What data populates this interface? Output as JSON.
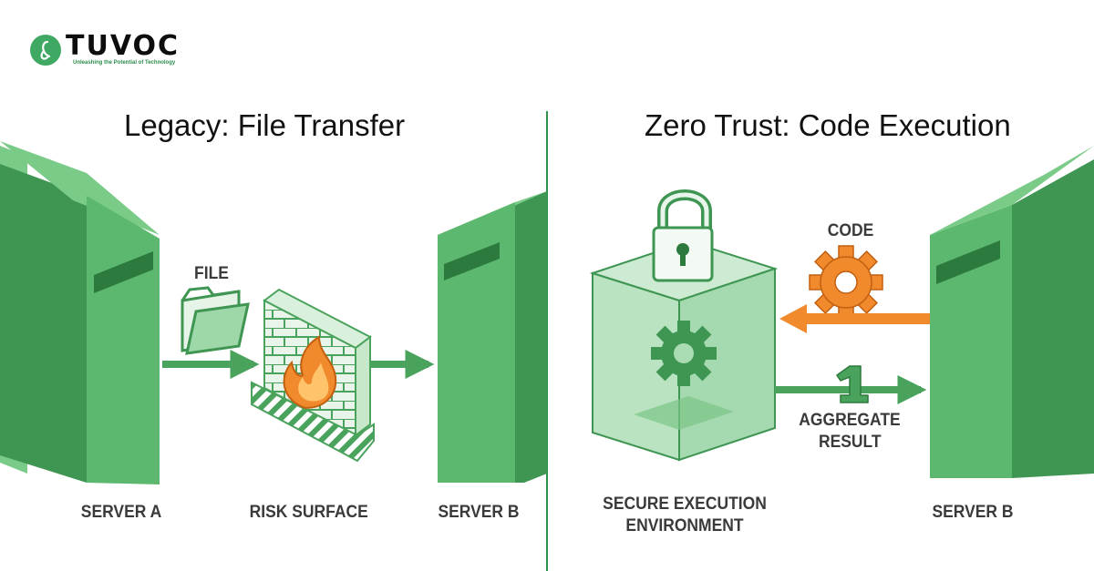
{
  "brand": {
    "name": "TUVOC",
    "tagline": "Unleashing the Potential of Technology",
    "color": "#3fa862"
  },
  "colors": {
    "server_front": "#5cb86e",
    "server_side": "#3f9653",
    "server_top": "#7bcb88",
    "accent_green": "#4aa35c",
    "accent_orange": "#f08a2c",
    "divider": "#2f8f4b"
  },
  "left_panel": {
    "title": "Legacy: File Transfer",
    "file_label": "FILE",
    "server_a_label": "SERVER A",
    "risk_surface_label": "RISK SURFACE",
    "server_b_label": "SERVER B",
    "icons": [
      "folder-icon",
      "firewall-icon",
      "fire-icon"
    ]
  },
  "right_panel": {
    "title": "Zero Trust: Code Execution",
    "code_label": "CODE",
    "aggregate_label_line1": "AGGREGATE",
    "aggregate_label_line2": "RESULT",
    "secure_env_line1": "SECURE EXECUTION",
    "secure_env_line2": "ENVIRONMENT",
    "server_b_label": "SERVER B",
    "icons": [
      "padlock-icon",
      "gear-icon",
      "number-one-icon"
    ]
  }
}
